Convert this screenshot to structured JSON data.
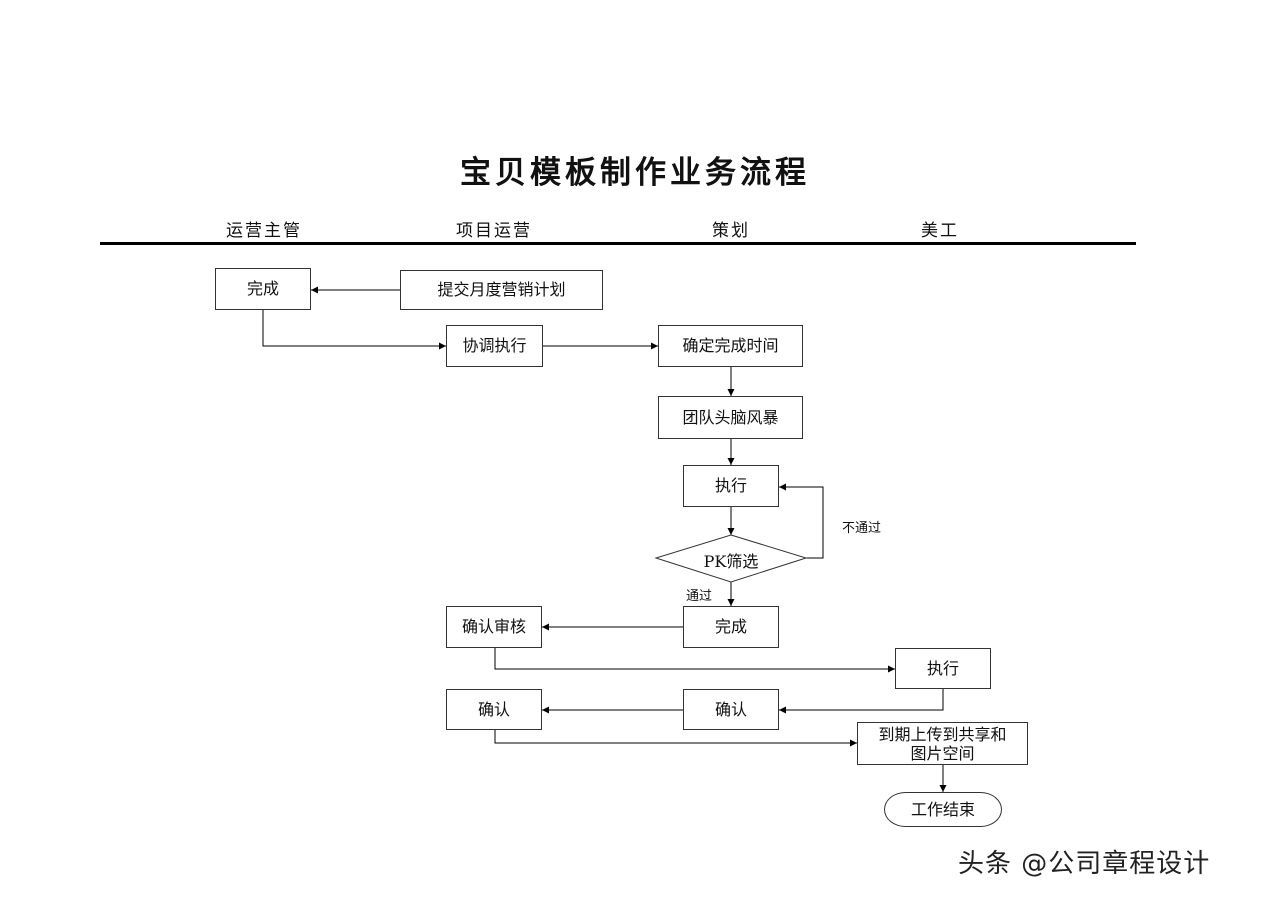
{
  "title": "宝贝模板制作业务流程",
  "lanes": [
    "运营主管",
    "项目运营",
    "策划",
    "美工"
  ],
  "nodes": {
    "complete_top": "完成",
    "submit_plan": "提交月度营销计划",
    "coordinate": "协调执行",
    "set_time": "确定完成时间",
    "brainstorm": "团队头脑风暴",
    "execute_plan": "执行",
    "pk_screen": "PK筛选",
    "complete_plan": "完成",
    "review": "确认审核",
    "execute_art": "执行",
    "confirm_left": "确认",
    "confirm_mid": "确认",
    "upload_line1": "到期上传到共享和",
    "upload_line2": "图片空间",
    "end": "工作结束"
  },
  "edge_labels": {
    "fail": "不通过",
    "pass": "通过"
  },
  "watermark": "头条 @公司章程设计"
}
